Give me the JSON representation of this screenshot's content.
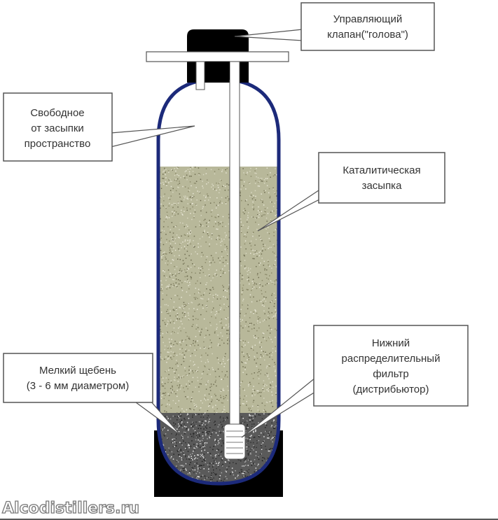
{
  "diagram": {
    "labels": {
      "valve": [
        "Управляющий",
        "клапан(\"голова\")"
      ],
      "free_space": [
        "Свободное",
        "от засыпки",
        "пространство"
      ],
      "catalytic": [
        "Каталитическая",
        "засыпка"
      ],
      "distributor": [
        "Нижний",
        "распределительный",
        "фильтр",
        "(дистрибьютор)"
      ],
      "gravel": [
        "Мелкий щебень",
        "(3 - 6 мм диаметром)"
      ]
    },
    "watermark": "Alcodistillers.ru",
    "colors": {
      "tank_outline": "#1c2a7a",
      "head": "#000000",
      "media": "#b8b89a",
      "gravel": "#5a5a5a"
    }
  }
}
